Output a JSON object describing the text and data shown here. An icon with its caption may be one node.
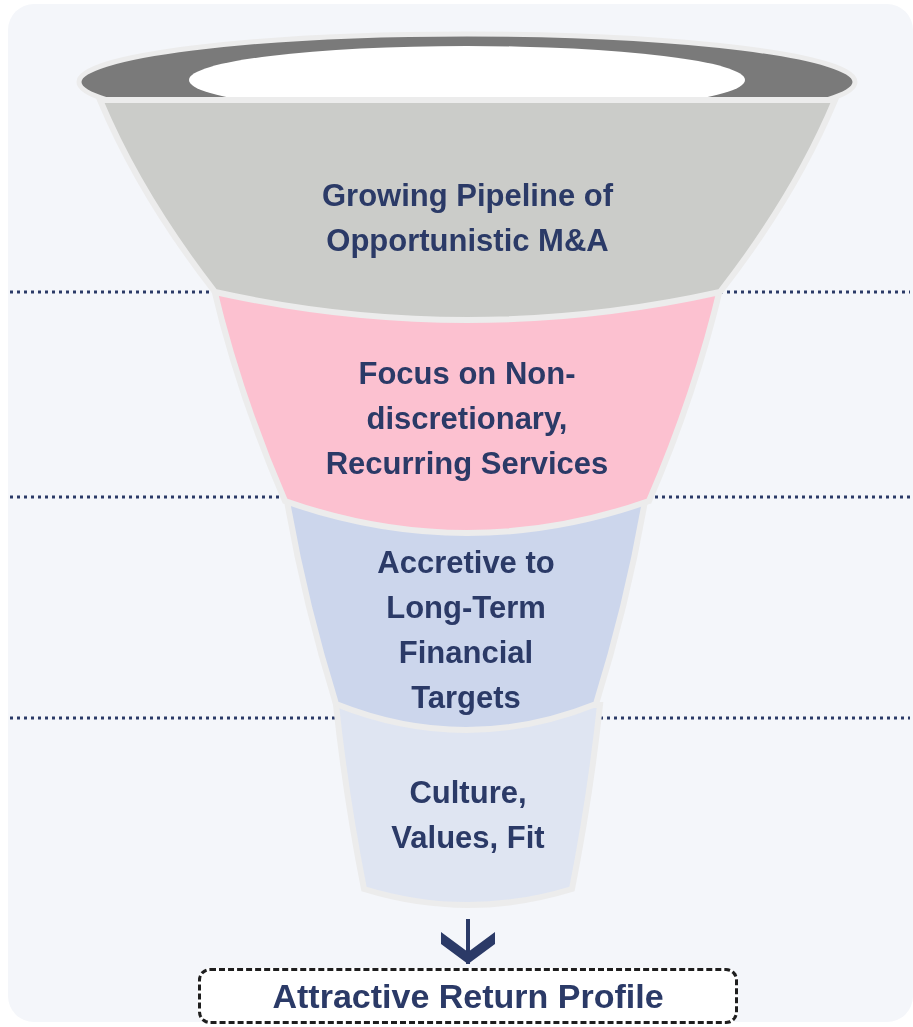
{
  "diagram": {
    "nodes": [
      {
        "text": [
          "Growing Pipeline of Opportunistic M&A"
        ]
      },
      {
        "text": [
          "Focus on Non-discretionary, Recurring Services"
        ]
      },
      {
        "text": [
          "Accretive to Long-Term Financial Targets"
        ]
      },
      {
        "text": [
          "Culture, Values, Fit"
        ]
      },
      {
        "text": [
          "Attractive Return Profile"
        ]
      }
    ],
    "edges": [
      {
        "from": 3,
        "to": 4,
        "arrow": "to"
      }
    ]
  }
}
